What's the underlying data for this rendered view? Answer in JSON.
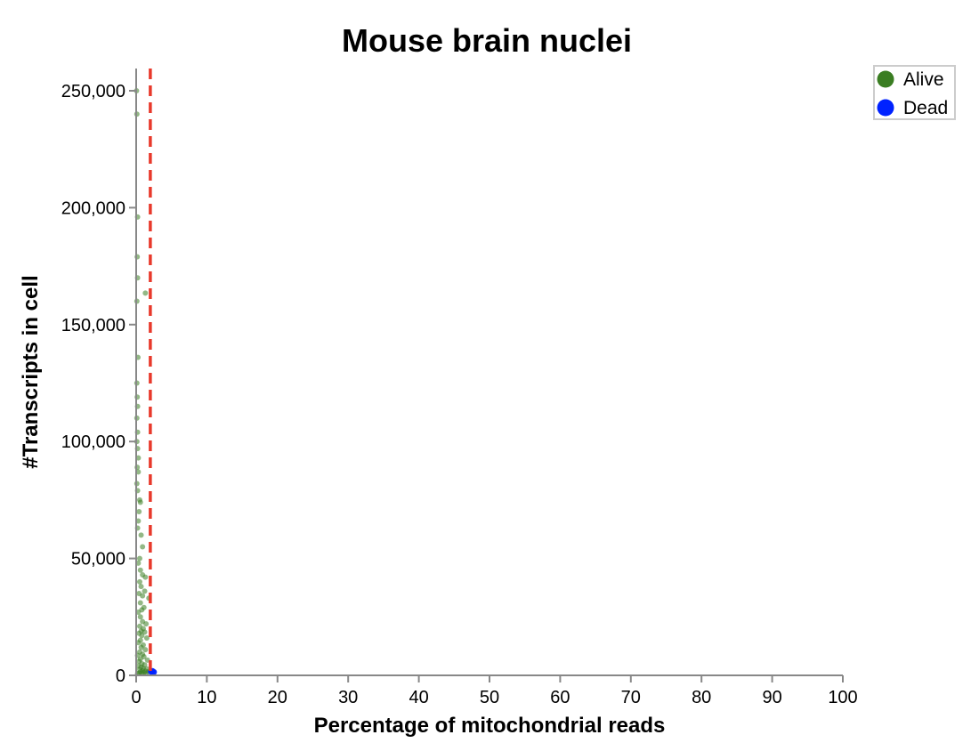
{
  "chart_data": {
    "type": "scatter",
    "title": "Mouse brain nuclei",
    "xlabel": "Percentage of mitochondrial reads",
    "ylabel": "#Transcripts in cell",
    "xlim": [
      0,
      100
    ],
    "ylim": [
      0,
      250000
    ],
    "x_ticks": [
      0,
      10,
      20,
      30,
      40,
      50,
      60,
      70,
      80,
      90,
      100
    ],
    "y_ticks": [
      0,
      50000,
      100000,
      150000,
      200000,
      250000
    ],
    "y_tick_labels": [
      "0",
      "50,000",
      "100,000",
      "150,000",
      "200,000",
      "250,000"
    ],
    "grid": false,
    "threshold": {
      "x": 2,
      "style": "dashed",
      "color": "#e8392b"
    },
    "legend": {
      "position": "top-right"
    },
    "series": [
      {
        "name": "Alive",
        "color": "#3a7d22",
        "points": [
          [
            0.1,
            240000
          ],
          [
            0.05,
            250000
          ],
          [
            0.2,
            196000
          ],
          [
            0.15,
            179000
          ],
          [
            0.2,
            170000
          ],
          [
            1.3,
            163500
          ],
          [
            0.1,
            160000
          ],
          [
            0.25,
            136000
          ],
          [
            0.1,
            125000
          ],
          [
            0.15,
            119000
          ],
          [
            0.2,
            115000
          ],
          [
            0.1,
            110000
          ],
          [
            0.2,
            104000
          ],
          [
            0.1,
            100000
          ],
          [
            0.2,
            97000
          ],
          [
            0.3,
            93000
          ],
          [
            0.15,
            89000
          ],
          [
            0.3,
            87000
          ],
          [
            0.1,
            82000
          ],
          [
            0.2,
            79000
          ],
          [
            0.5,
            75000
          ],
          [
            0.6,
            74000
          ],
          [
            0.4,
            70000
          ],
          [
            0.3,
            66000
          ],
          [
            0.2,
            63000
          ],
          [
            0.7,
            60000
          ],
          [
            0.9,
            55000
          ],
          [
            0.5,
            50000
          ],
          [
            0.3,
            48000
          ],
          [
            0.6,
            45000
          ],
          [
            0.9,
            43000
          ],
          [
            1.3,
            42000
          ],
          [
            0.5,
            40000
          ],
          [
            0.7,
            38000
          ],
          [
            1.2,
            36000
          ],
          [
            0.4,
            35000
          ],
          [
            0.9,
            34000
          ],
          [
            1.8,
            33000
          ],
          [
            0.6,
            31000
          ],
          [
            1.1,
            29000
          ],
          [
            0.8,
            28000
          ],
          [
            0.3,
            27000
          ],
          [
            0.6,
            25000
          ],
          [
            0.9,
            23000
          ],
          [
            1.4,
            22000
          ],
          [
            0.5,
            21000
          ],
          [
            1.0,
            20000
          ],
          [
            0.7,
            19000
          ],
          [
            1.2,
            18500
          ],
          [
            0.4,
            18000
          ],
          [
            0.8,
            17000
          ],
          [
            1.5,
            16000
          ],
          [
            0.6,
            15000
          ],
          [
            0.3,
            14000
          ],
          [
            1.0,
            13000
          ],
          [
            0.7,
            12000
          ],
          [
            1.3,
            11000
          ],
          [
            0.5,
            10000
          ],
          [
            0.9,
            9000
          ],
          [
            0.2,
            8500
          ],
          [
            1.1,
            8000
          ],
          [
            0.6,
            7000
          ],
          [
            1.6,
            6500
          ],
          [
            0.4,
            6000
          ],
          [
            0.8,
            5000
          ],
          [
            1.2,
            4500
          ],
          [
            0.3,
            4000
          ],
          [
            0.7,
            3500
          ],
          [
            1.0,
            3000
          ],
          [
            1.5,
            2800
          ],
          [
            0.5,
            2500
          ],
          [
            0.9,
            2000
          ],
          [
            1.3,
            1800
          ],
          [
            1.7,
            1600
          ],
          [
            0.6,
            1500
          ],
          [
            1.1,
            1200
          ],
          [
            0.4,
            1000
          ],
          [
            0.8,
            900
          ],
          [
            1.4,
            800
          ],
          [
            0.2,
            700
          ]
        ]
      },
      {
        "name": "Dead",
        "color": "#0022ff",
        "points": [
          [
            2.3,
            1800
          ],
          [
            2.1,
            1600
          ],
          [
            2.5,
            1400
          ]
        ]
      }
    ]
  }
}
